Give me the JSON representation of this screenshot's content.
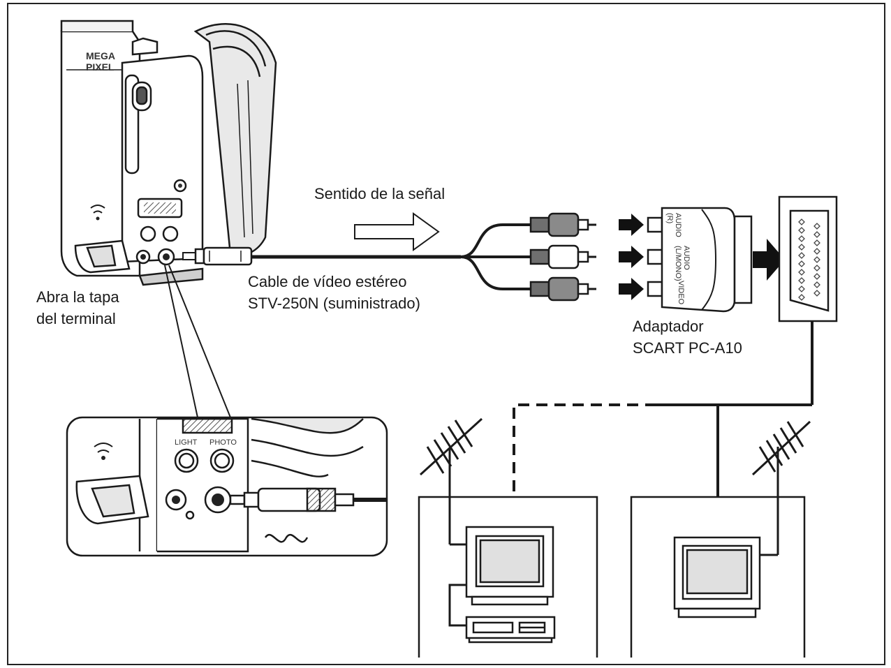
{
  "labels": {
    "signal_direction": "Sentido de la señal",
    "open_cover": [
      "Abra la tapa",
      "del terminal"
    ],
    "cable": [
      "Cable de vídeo estéreo",
      "STV-250N (suministrado)"
    ],
    "adapter": [
      "Adaptador",
      "SCART PC-A10"
    ]
  },
  "camera_markings": {
    "badge": [
      "MEGA",
      "PIXEL"
    ],
    "light_button": "LIGHT",
    "photo_button": "PHOTO"
  },
  "adapter_markings": {
    "audio_r": [
      "AUDIO",
      "(R)"
    ],
    "audio_l": [
      "AUDIO",
      "(L/MONO)"
    ],
    "video": "VIDEO"
  },
  "colors": {
    "line": "#1a1a1a",
    "panel_fill": "#f4f4f4",
    "plug_gray": "#8a8a8a"
  }
}
